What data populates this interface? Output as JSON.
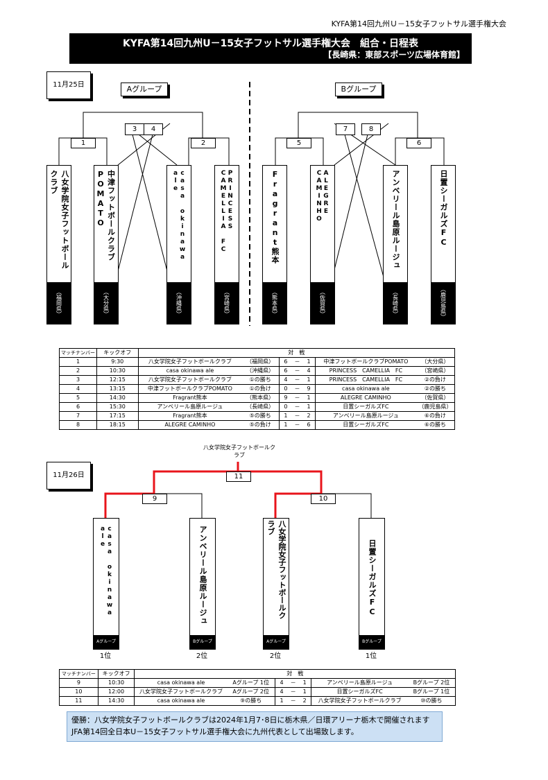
{
  "header_right": "KYFA第14回九州Ｕ－15女子フットサル選手権大会",
  "title": {
    "line1": "KYFA第14回九州U－15女子フットサル選手権大会　組合・日程表",
    "line2": "【長崎県：東部スポーツ広場体育館】"
  },
  "day1": {
    "date": "11月25日",
    "group_a": "Aグループ",
    "group_b": "Bグループ",
    "match_numbers": [
      "1",
      "2",
      "3",
      "4",
      "5",
      "6",
      "7",
      "8"
    ],
    "teams": [
      {
        "name": "八女学院女子フットボールクラブ",
        "pref": "（福岡県）"
      },
      {
        "name": "中津フットボールクラブPOMATO",
        "pref": "（大分県）"
      },
      {
        "name": "casa okinawa ale",
        "pref": "（沖縄県）"
      },
      {
        "name": "PRINCESS CAMELLIA FC",
        "pref": "（宮崎県）"
      },
      {
        "name": "Fragrant熊本",
        "pref": "（熊本県）"
      },
      {
        "name": "ALEGRE CAMINHO",
        "pref": "（佐賀県）"
      },
      {
        "name": "アンベリール島原ルージュ",
        "pref": "（長崎県）"
      },
      {
        "name": "日置シーガルズFC",
        "pref": "（鹿児島県）"
      }
    ]
  },
  "schedule1": {
    "headers": {
      "no": "マッチナンバー",
      "kickoff": "キックオフ",
      "match": "対　戦"
    },
    "rows": [
      {
        "no": "1",
        "time": "9:30",
        "home": "八女学院女子フットボールクラブ",
        "home_pref": "（福岡県）",
        "hs": "6",
        "sep": "－",
        "as": "1",
        "away": "中津フットボールクラブPOMATO",
        "away_pref": "（大分県）"
      },
      {
        "no": "2",
        "time": "10:30",
        "home": "casa okinawa ale",
        "home_pref": "（沖縄県）",
        "hs": "6",
        "sep": "－",
        "as": "4",
        "away": "PRINCESS　CAMELLIA　FC",
        "away_pref": "（宮崎県）"
      },
      {
        "no": "3",
        "time": "12:15",
        "home": "八女学院女子フットボールクラブ",
        "home_pref": "①の勝ち",
        "hs": "4",
        "sep": "－",
        "as": "1",
        "away": "PRINCESS　CAMELLIA　FC",
        "away_pref": "②の負け"
      },
      {
        "no": "4",
        "time": "13:15",
        "home": "中津フットボールクラブPOMATO",
        "home_pref": "①の負け",
        "hs": "0",
        "sep": "－",
        "as": "9",
        "away": "casa okinawa ale",
        "away_pref": "②の勝ち"
      },
      {
        "no": "5",
        "time": "14:30",
        "home": "Fragrant熊本",
        "home_pref": "（熊本県）",
        "hs": "9",
        "sep": "－",
        "as": "1",
        "away": "ALEGRE CAMINHO",
        "away_pref": "（佐賀県）"
      },
      {
        "no": "6",
        "time": "15:30",
        "home": "アンベリール島原ルージュ",
        "home_pref": "（長崎県）",
        "hs": "0",
        "sep": "－",
        "as": "1",
        "away": "日置シーガルズFC",
        "away_pref": "（鹿児島県）"
      },
      {
        "no": "7",
        "time": "17:15",
        "home": "Fragrant熊本",
        "home_pref": "⑤の勝ち",
        "hs": "1",
        "sep": "－",
        "as": "2",
        "away": "アンベリール島原ルージュ",
        "away_pref": "⑥の負け"
      },
      {
        "no": "8",
        "time": "18:15",
        "home": "ALEGRE CAMINHO",
        "home_pref": "⑤の負け",
        "hs": "1",
        "sep": "－",
        "as": "6",
        "away": "日置シーガルズFC",
        "away_pref": "⑥の勝ち"
      }
    ]
  },
  "day2": {
    "date": "11月26日",
    "champion": "八女学院女子フットボールクラブ",
    "match_numbers": [
      "9",
      "10",
      "11"
    ],
    "teams": [
      {
        "name": "casa okinawa ale",
        "pos": "Aグループ",
        "rank": "1位"
      },
      {
        "name": "アンベリール島原ルージュ",
        "pos": "Bグループ",
        "rank": "2位"
      },
      {
        "name": "八女学院女子フットボールクラブ",
        "pos": "Aグループ",
        "rank": "2位"
      },
      {
        "name": "日置シーガルズFC",
        "pos": "Bグループ",
        "rank": "1位"
      }
    ],
    "winner_line_color": "#e8141b"
  },
  "schedule2": {
    "headers": {
      "no": "マッチナンバー",
      "kickoff": "キックオフ",
      "match": "対　戦"
    },
    "rows": [
      {
        "no": "9",
        "time": "10:30",
        "home": "casa okinawa ale",
        "home_pref": "Aグループ 1位",
        "hs": "4",
        "sep": "－",
        "as": "1",
        "away": "アンベリール島原ルージュ",
        "away_pref": "Bグループ 2位"
      },
      {
        "no": "10",
        "time": "12:00",
        "home": "八女学院女子フットボールクラブ",
        "home_pref": "Aグループ 2位",
        "hs": "4",
        "sep": "－",
        "as": "1",
        "away": "日置シーガルズFC",
        "away_pref": "Bグループ 1位"
      },
      {
        "no": "11",
        "time": "14:30",
        "home": "casa okinawa ale",
        "home_pref": "⑨の勝ち",
        "hs": "1",
        "sep": "－",
        "as": "2",
        "away": "八女学院女子フットボールクラブ",
        "away_pref": "⑩の勝ち"
      }
    ]
  },
  "note": {
    "line1": "優勝：八女学院女子フットボールクラブは2024年1月7･8日に栃木県／日環アリーナ栃木で開催されます",
    "line2": "JFA第14回全日本U－15女子フットサル選手権大会に九州代表として出場致します。"
  }
}
